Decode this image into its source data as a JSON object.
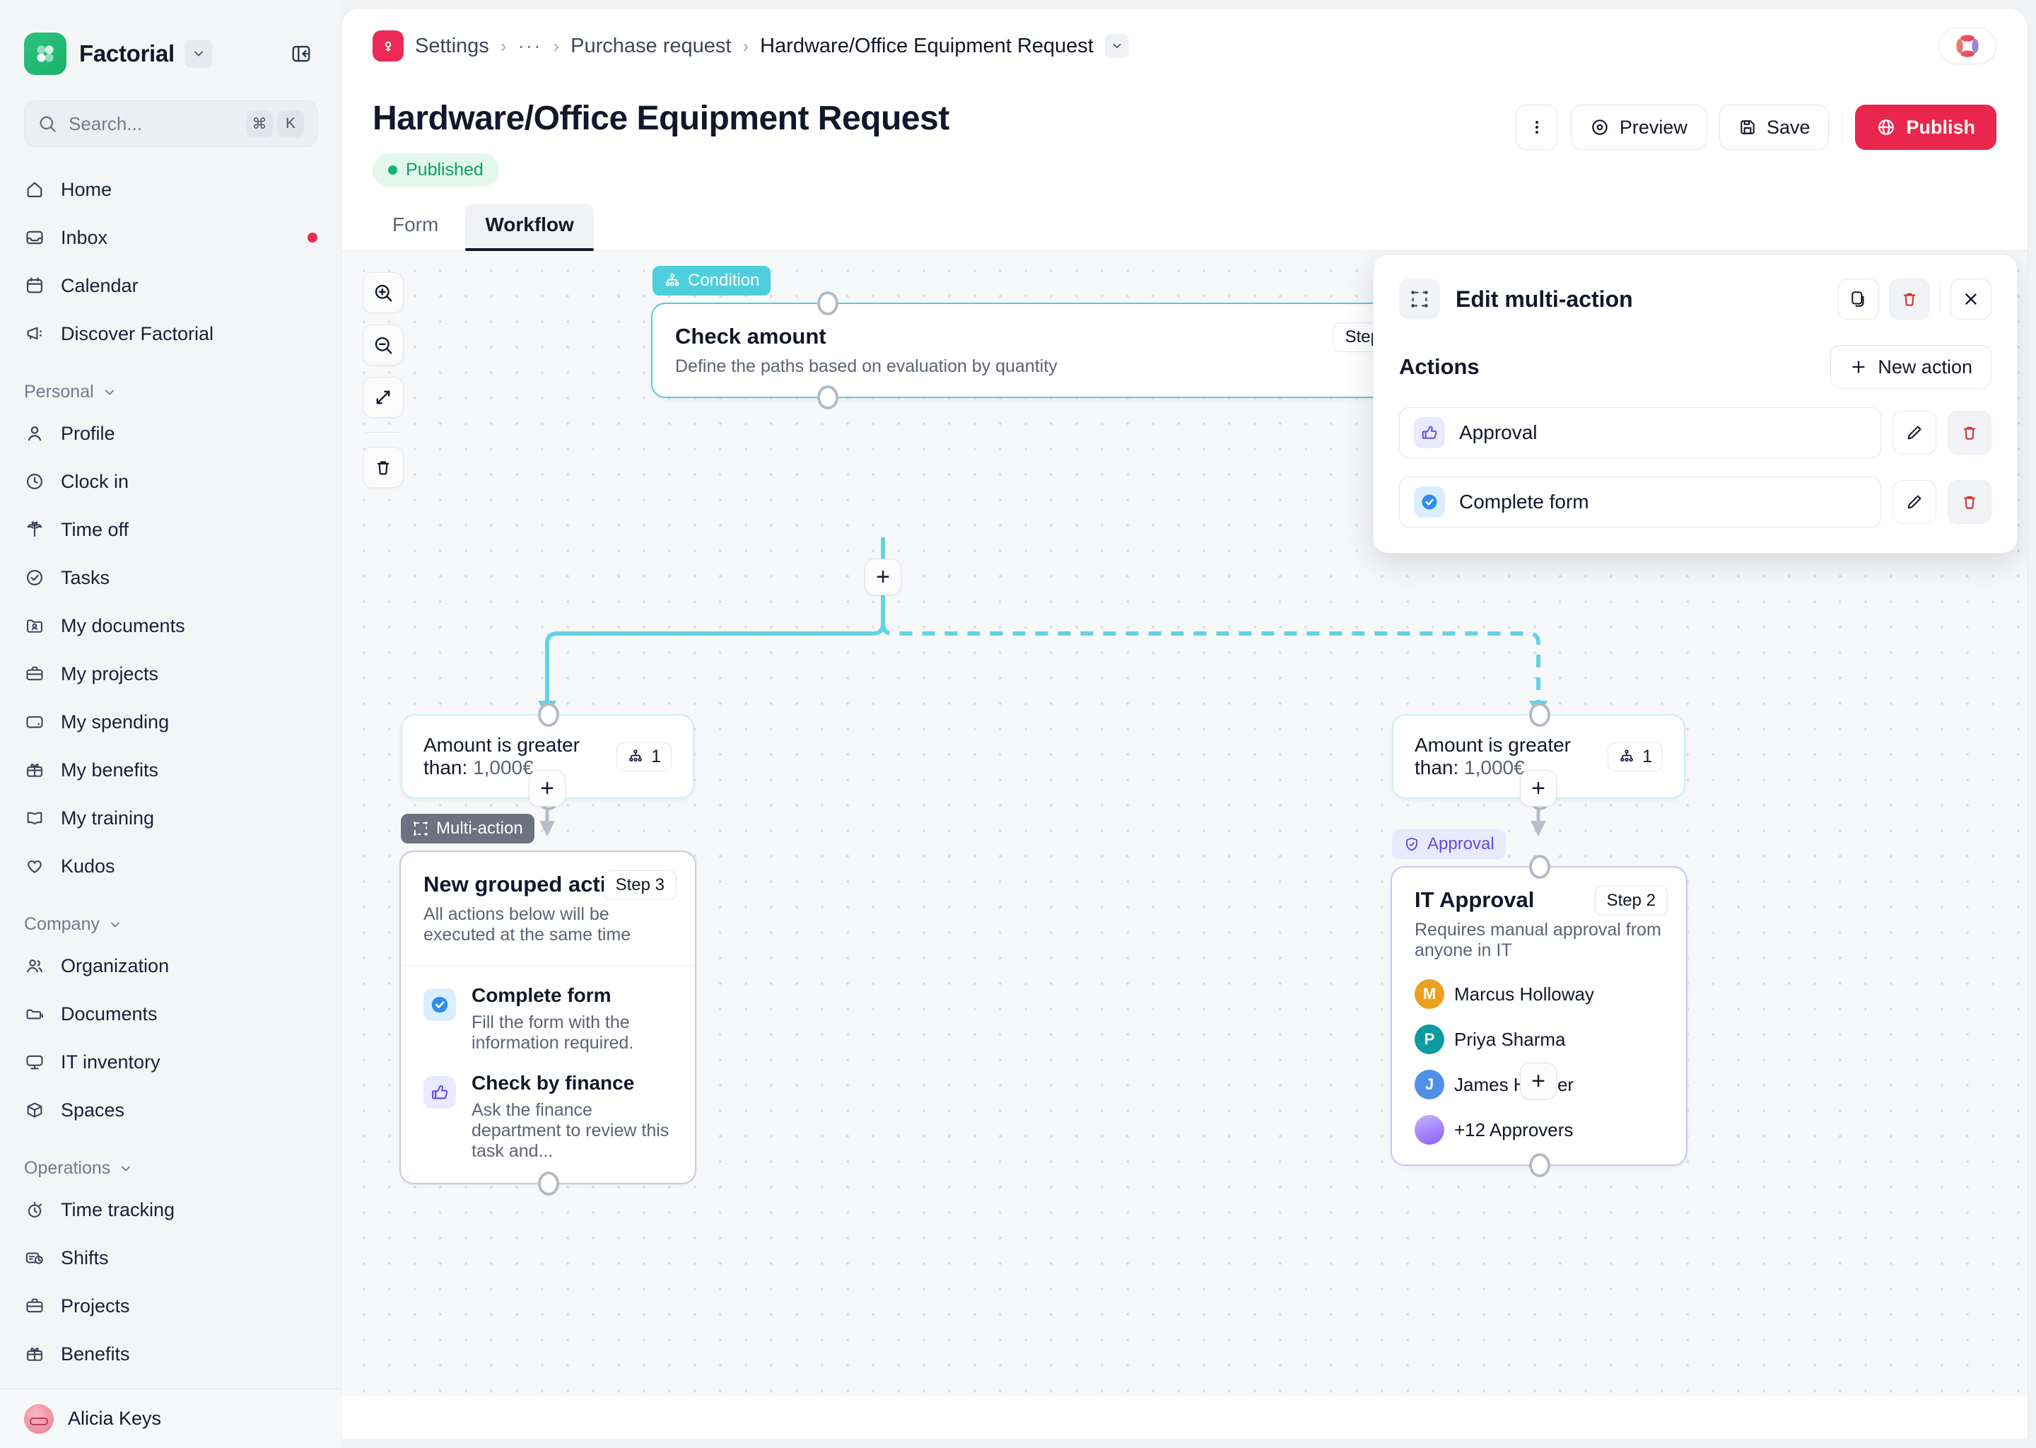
{
  "sidebar": {
    "brand": "Factorial",
    "search": {
      "placeholder": "Search...",
      "kbd_mod": "⌘",
      "kbd_key": "K"
    },
    "top_items": [
      {
        "label": "Home",
        "icon": "home-icon",
        "badge": false
      },
      {
        "label": "Inbox",
        "icon": "inbox-icon",
        "badge": true
      },
      {
        "label": "Calendar",
        "icon": "calendar-icon",
        "badge": false
      },
      {
        "label": "Discover Factorial",
        "icon": "megaphone-icon",
        "badge": false
      }
    ],
    "sections": [
      {
        "title": "Personal",
        "items": [
          {
            "label": "Profile",
            "icon": "user-icon"
          },
          {
            "label": "Clock in",
            "icon": "clock-icon"
          },
          {
            "label": "Time off",
            "icon": "palm-tree-icon"
          },
          {
            "label": "Tasks",
            "icon": "check-circle-icon"
          },
          {
            "label": "My documents",
            "icon": "folder-user-icon"
          },
          {
            "label": "My projects",
            "icon": "briefcase-icon"
          },
          {
            "label": "My spending",
            "icon": "wallet-icon"
          },
          {
            "label": "My benefits",
            "icon": "gift-icon"
          },
          {
            "label": "My training",
            "icon": "book-icon"
          },
          {
            "label": "Kudos",
            "icon": "heart-icon"
          }
        ]
      },
      {
        "title": "Company",
        "items": [
          {
            "label": "Organization",
            "icon": "users-icon"
          },
          {
            "label": "Documents",
            "icon": "folder-icon"
          },
          {
            "label": "IT inventory",
            "icon": "monitor-icon"
          },
          {
            "label": "Spaces",
            "icon": "box-icon"
          }
        ]
      },
      {
        "title": "Operations",
        "items": [
          {
            "label": "Time tracking",
            "icon": "stopwatch-icon"
          },
          {
            "label": "Shifts",
            "icon": "shifts-icon"
          },
          {
            "label": "Projects",
            "icon": "briefcase-icon"
          },
          {
            "label": "Benefits",
            "icon": "gift-icon"
          }
        ]
      }
    ],
    "footer_user": "Alicia Keys"
  },
  "topbar": {
    "breadcrumb": {
      "root": "Settings",
      "ellipsis": "···",
      "middle": "Purchase request",
      "current": "Hardware/Office Equipment Request"
    }
  },
  "header": {
    "title": "Hardware/Office Equipment Request",
    "status": "Published",
    "more_label": "⋮",
    "preview_label": "Preview",
    "save_label": "Save",
    "publish_label": "Publish"
  },
  "tabs": [
    {
      "label": "Form",
      "active": false
    },
    {
      "label": "Workflow",
      "active": true
    }
  ],
  "canvas": {
    "tools": [
      {
        "name": "zoom-in-icon"
      },
      {
        "name": "zoom-out-icon"
      },
      {
        "name": "fit-screen-icon"
      },
      {
        "name": "delete-icon"
      }
    ],
    "condition_node": {
      "tag": "Condition",
      "title": "Check amount",
      "subtitle": "Define the paths based on evaluation by quantity",
      "step": "Step"
    },
    "branch_left": {
      "text_label": "Amount is greater than:",
      "text_value": "1,000€",
      "count": "1"
    },
    "branch_right": {
      "text_label": "Amount is greater than:",
      "text_value": "1,000€",
      "count": "1"
    },
    "multi_action_node": {
      "tag": "Multi-action",
      "title": "New grouped actions",
      "subtitle": "All actions below will be executed at the same time",
      "step": "Step 3",
      "items": [
        {
          "name": "Complete form",
          "desc": "Fill the form with the information required.",
          "icon": "check-circle-icon",
          "color": "#2f8dee"
        },
        {
          "name": "Check by finance",
          "desc": "Ask the finance department to review this task and...",
          "icon": "thumbs-up-icon",
          "color": "#5b4fe0"
        }
      ]
    },
    "approval_node": {
      "tag": "Approval",
      "title": "IT Approval",
      "subtitle": "Requires manual approval from anyone in IT",
      "step": "Step 2",
      "approvers": [
        {
          "name": "Marcus Holloway",
          "initial": "M",
          "color": "#eda020"
        },
        {
          "name": "Priya Sharma",
          "initial": "P",
          "color": "#0c9ba0"
        },
        {
          "name": "James Hopper",
          "initial": "J",
          "color": "#4f90e8"
        },
        {
          "name": "+12 Approvers",
          "initial": "",
          "color": "#a78bfa"
        }
      ]
    }
  },
  "panel": {
    "title": "Edit multi-action",
    "duplicate_icon": "duplicate-icon",
    "delete_icon": "trash-icon",
    "close_icon": "close-icon",
    "section_title": "Actions",
    "new_action_label": "New action",
    "actions": [
      {
        "label": "Approval",
        "icon": "thumbs-up-icon",
        "color": "#5b4fe0",
        "bg": "#ebe9fe"
      },
      {
        "label": "Complete form",
        "icon": "check-circle-icon",
        "color": "#2f8dee",
        "bg": "#dbeeff"
      }
    ]
  },
  "colors": {
    "brand_green": "#17b26a",
    "accent_red": "#e8264e",
    "condition_teal": "#4ecfde",
    "approval_purple": "#5b4fe0",
    "published_green": "#0e9f63"
  }
}
